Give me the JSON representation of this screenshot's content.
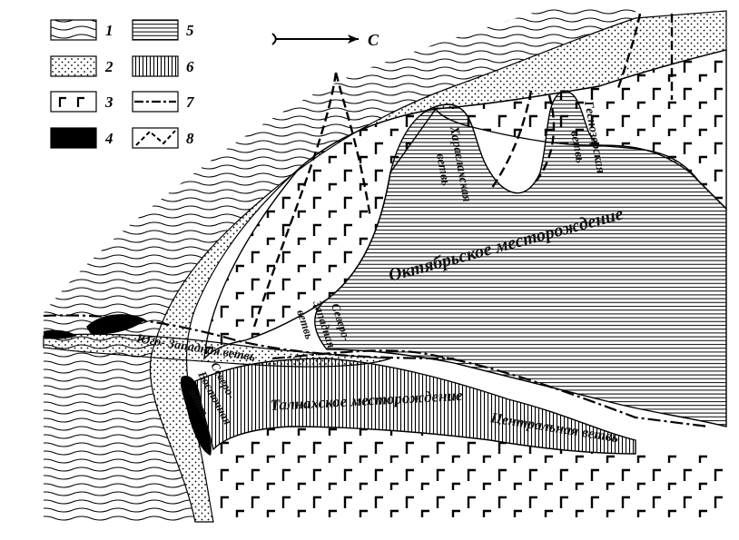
{
  "north_arrow": {
    "label": "С"
  },
  "legend": [
    {
      "num": "1",
      "pattern": "wavy"
    },
    {
      "num": "2",
      "pattern": "dots"
    },
    {
      "num": "3",
      "pattern": "basalt"
    },
    {
      "num": "4",
      "pattern": "solid-black"
    },
    {
      "num": "5",
      "pattern": "horizontal-lines"
    },
    {
      "num": "6",
      "pattern": "vertical-lines"
    },
    {
      "num": "7",
      "pattern": "dash-dot-line"
    },
    {
      "num": "8",
      "pattern": "dashed-line"
    }
  ],
  "labels": {
    "oktyabrskoe": "Октябрьское месторождение",
    "talnakhskoe": "Талнахское месторождение",
    "kharaelakhskaya_1": "Хараелахская",
    "kharaelakhskaya_2": "ветвь",
    "hlebozerskaya_1": "Геснозерская",
    "hlebozerskaya_2": "ветвь",
    "severo_zapadnaya_1": "Северо-",
    "severo_zapadnaya_2": "Западная",
    "severo_zapadnaya_3": "ветвь",
    "yugo_zapadnaya": "Юго- Западная ветвь",
    "severo_vostochnaya_1": "Северо-",
    "severo_vostochnaya_2": "Восточная",
    "severo_vostochnaya_3": "ветвь",
    "tsentralnaya": "Центральная ветвь"
  },
  "colors": {
    "ink": "#000000",
    "paper": "#ffffff"
  }
}
